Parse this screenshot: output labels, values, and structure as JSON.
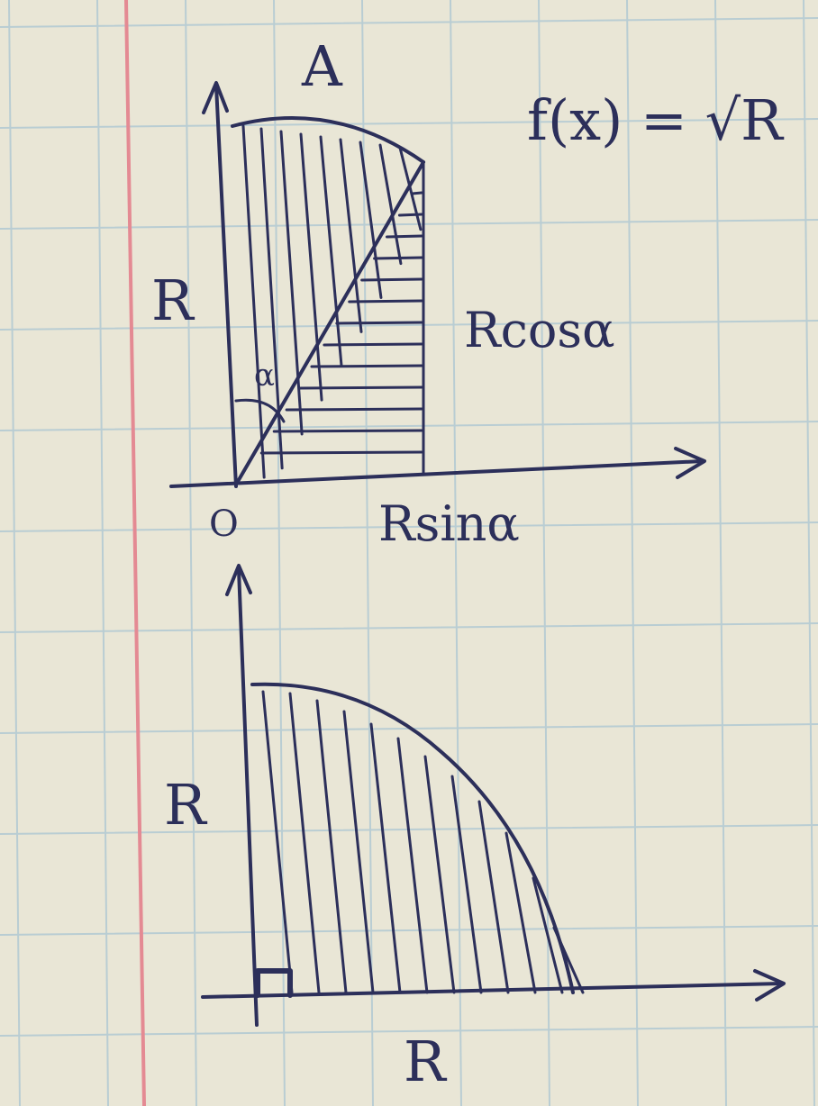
{
  "formula": "f(x) = √R",
  "figure1": {
    "point_label": "A",
    "y_label": "R",
    "angle_label": "α",
    "right_label": "Rcosα",
    "bottom_label": "Rsinα",
    "origin_label": "O"
  },
  "figure2": {
    "y_label": "R",
    "x_label": "R"
  },
  "colors": {
    "paper": "#e9e6d6",
    "ink": "#2c2f5a",
    "grid": "#b9cdd3",
    "margin_line": "#e48a93"
  }
}
